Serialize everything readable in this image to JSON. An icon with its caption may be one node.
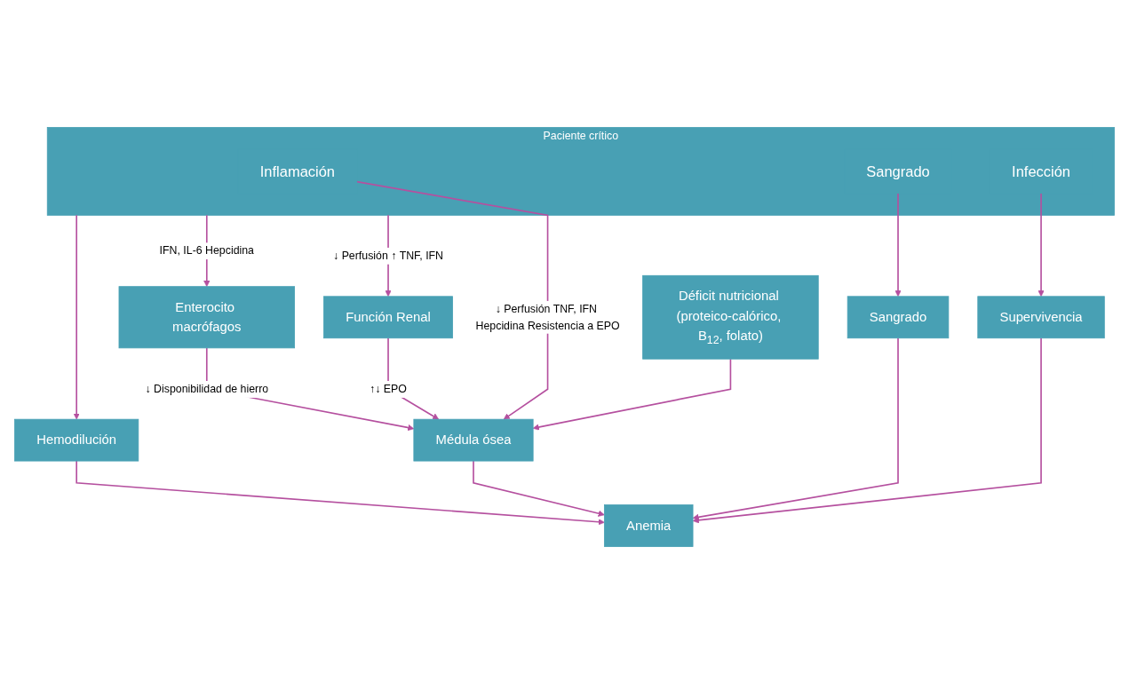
{
  "diagram": {
    "nodes": [
      {
        "text": [
          "Paciente crítico"
        ]
      },
      {
        "text": [
          "Inflamación"
        ],
        "in": 0
      },
      {
        "text": [
          "Sangrado"
        ],
        "in": 0
      },
      {
        "text": [
          "Infección"
        ],
        "in": 0
      },
      {
        "text": [
          "Función Renal"
        ]
      },
      {
        "text": [
          "Enterocito macrófagos"
        ]
      },
      {
        "text": [
          "Supervivencia"
        ]
      },
      {
        "text": [
          "Hemodilución"
        ]
      },
      {
        "text": [
          "Sangrado"
        ]
      },
      {
        "text": [
          "Médula ósea"
        ]
      },
      {
        "text": [
          "Anemia"
        ]
      },
      {
        "text": [
          "Déficit nutricional (proteico-calórico, B$_{12}$, folato)"
        ]
      }
    ],
    "edges": [
      {
        "from": 0,
        "to": 4,
        "arrow": "to",
        "label": "↓ Perfusión ↑ TNF, IFN"
      },
      {
        "from": 0,
        "to": 5,
        "arrow": "to",
        "label": "IFN, IL-6 Hepcidina"
      },
      {
        "from": 1,
        "to": 9,
        "arrow": "to",
        "label": "↓ Perfusión TNF, IFN Hepcidina Resistencia a EPO"
      },
      {
        "from": 2,
        "to": 8,
        "arrow": "to"
      },
      {
        "from": 0,
        "to": 7,
        "arrow": "to"
      },
      {
        "from": 3,
        "to": 6,
        "arrow": "to"
      },
      {
        "from": 4,
        "to": 9,
        "arrow": "to",
        "label": "↑↓ EPO"
      },
      {
        "from": 5,
        "to": 9,
        "arrow": "to",
        "label": "↓ Disponibilidad de hierro"
      },
      {
        "from": 11,
        "to": 9,
        "arrow": "to"
      },
      {
        "from": 9,
        "to": 10,
        "arrow": "to"
      },
      {
        "from": 8,
        "to": 10,
        "arrow": "to"
      },
      {
        "from": 7,
        "to": 10,
        "arrow": "to"
      },
      {
        "from": 6,
        "to": 10,
        "arrow": "to"
      }
    ]
  }
}
